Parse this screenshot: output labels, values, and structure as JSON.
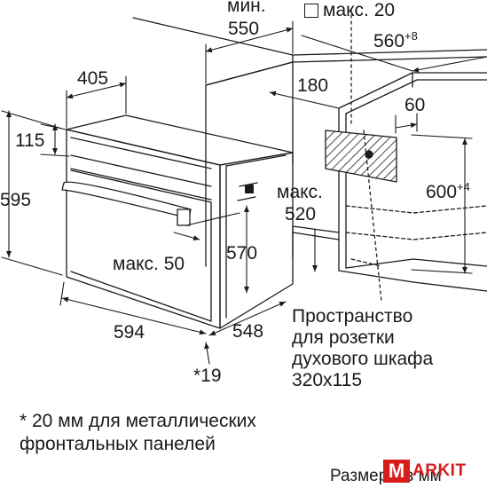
{
  "dimensions": {
    "min_label": "мин.",
    "min_value": "550",
    "max20": "макс. 20",
    "width_niche": "560",
    "width_niche_tol": "+8",
    "depth_405": "405",
    "dist_180": "180",
    "dist_60": "60",
    "h_115": "115",
    "h_595": "595",
    "max_520_label": "макс.",
    "max_520_value": "520",
    "h_niche": "600",
    "h_niche_tol": "+4",
    "h_570": "570",
    "max50": "макс. 50",
    "w_594": "594",
    "d_548": "548",
    "note19": "*19"
  },
  "socket_note": [
    "Пространство",
    "для розетки",
    "духового шкафа",
    "320x115"
  ],
  "footnote": [
    "* 20 мм для металлических",
    "фронтальных панелей"
  ],
  "caption": "Размеры в мм",
  "watermark": {
    "letter": "M",
    "text": "ARKIT",
    "brand_color": "#d71c1c"
  }
}
